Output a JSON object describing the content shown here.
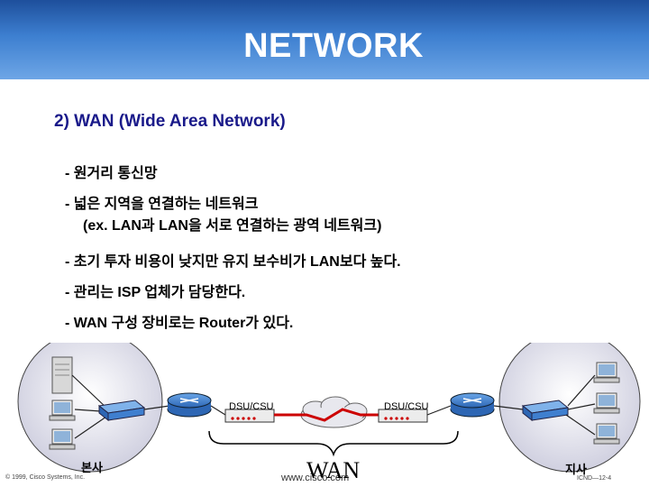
{
  "header": {
    "title": "NETWORK"
  },
  "section": {
    "subtitle": "2)  WAN (Wide Area Network)"
  },
  "bullets": [
    "- 원거리 통신망",
    "- 넓은 지역을 연결하는 네트워크",
    "(ex. LAN과 LAN을 서로 연결하는 광역 네트워크)",
    "- 초기 투자 비용이 낮지만 유지 보수비가 LAN보다 높다.",
    "- 관리는 ISP 업체가 담당한다.",
    "- WAN 구성 장비로는 Router가 있다."
  ],
  "diagram": {
    "left_site": "본사",
    "right_site": "지사",
    "dsu_left": "DSU/CSU",
    "dsu_right": "DSU/CSU",
    "wan": "WAN"
  },
  "footer": {
    "copyright": "© 1999, Cisco Systems, Inc.",
    "url": "www.cisco.com",
    "page": "ICND—12-4"
  },
  "colors": {
    "title_bar": "#3d7fd0",
    "subtitle": "#1a1a8a",
    "router": "#3a78c8",
    "cloud_line": "#cc0000",
    "site_circle": "#e0e0ec"
  }
}
